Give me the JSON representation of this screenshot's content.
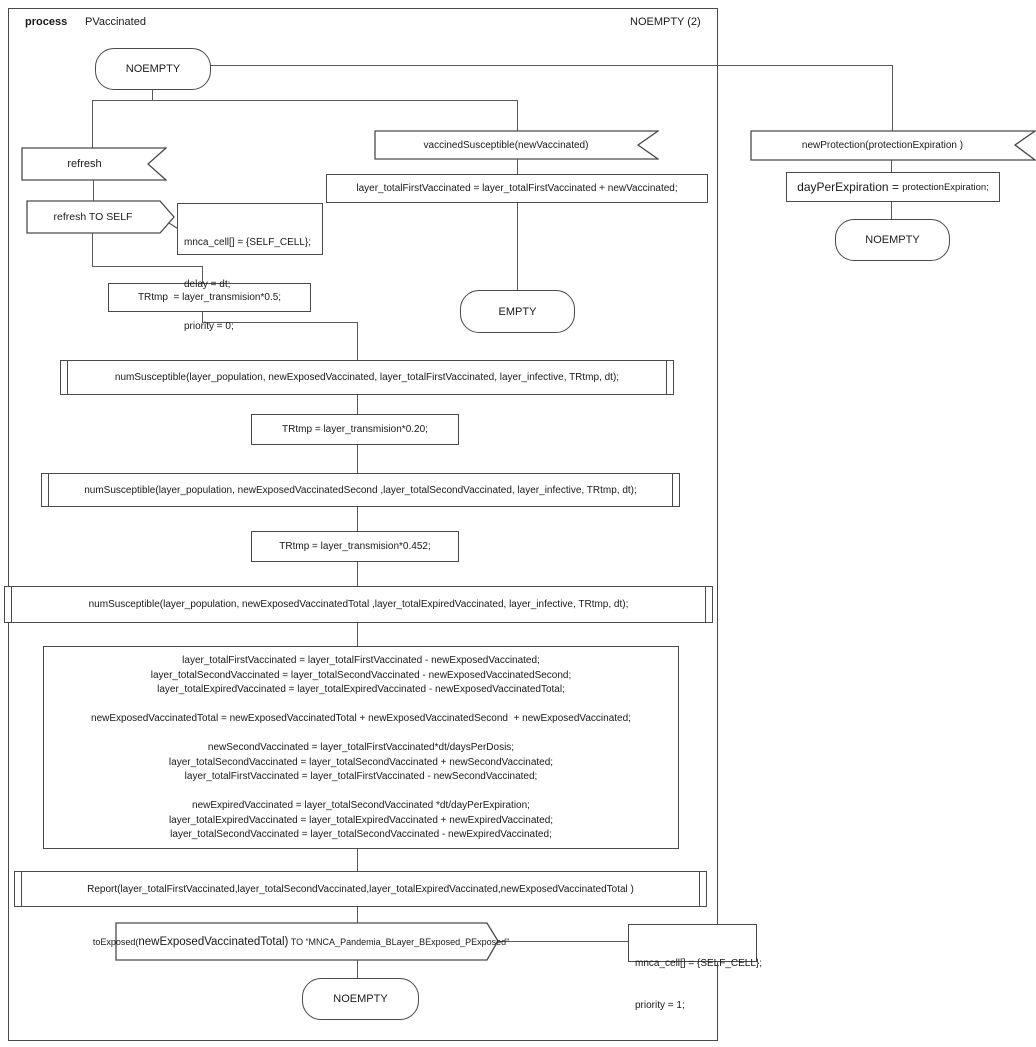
{
  "header": {
    "process_label": "process",
    "process_name": "PVaccinated",
    "state_ref": "NOEMPTY (2)"
  },
  "states": {
    "top": "NOEMPTY",
    "empty": "EMPTY",
    "right": "NOEMPTY",
    "bottom": "NOEMPTY"
  },
  "receives": {
    "refresh": "refresh",
    "vaccined": "vaccinedSusceptible(newVaccinated)",
    "protection": "newProtection(protectionExpiration )"
  },
  "sends": {
    "refresh_self": "refresh TO SELF",
    "to_exposed_pre": "toExposed(",
    "to_exposed_mid": "newExposedVaccinatedTotal)",
    "to_exposed_post": " TO “MNCA_Pandemia_BLayer_BExposed_PExposed”"
  },
  "notes": {
    "note1": [
      "mnca_cell[] = {SELF_CELL};",
      "delay = dt;",
      "priority = 0;"
    ],
    "note2": [
      "mnca_cell[] = {SELF_CELL};",
      "priority = 1;"
    ]
  },
  "process_boxes": {
    "first_vacc": "layer_totalFirstVaccinated = layer_totalFirstVaccinated + newVaccinated;",
    "trtmp1": "TRtmp  = layer_transmision*0.5;",
    "trtmp2": "TRtmp = layer_transmision*0.20;",
    "trtmp3": "TRtmp = layer_transmision*0.452;",
    "day_per_expiration_left": "dayPerExpiration = ",
    "day_per_expiration_right": "protectionExpiration;"
  },
  "subroutines": {
    "num1": "numSusceptible(layer_population, newExposedVaccinated, layer_totalFirstVaccinated, layer_infective, TRtmp, dt);",
    "num2": "numSusceptible(layer_population, newExposedVaccinatedSecond ,layer_totalSecondVaccinated, layer_infective, TRtmp, dt);",
    "num3": "numSusceptible(layer_population, newExposedVaccinatedTotal ,layer_totalExpiredVaccinated, layer_infective, TRtmp, dt);",
    "report": "Report(layer_totalFirstVaccinated,layer_totalSecondVaccinated,layer_totalExpiredVaccinated,newExposedVaccinatedTotal )"
  },
  "big_box": {
    "lines": [
      "layer_totalFirstVaccinated = layer_totalFirstVaccinated - newExposedVaccinated;",
      "layer_totalSecondVaccinated = layer_totalSecondVaccinated - newExposedVaccinatedSecond;",
      "layer_totalExpiredVaccinated = layer_totalExpiredVaccinated - newExposedVaccinatedTotal;",
      "",
      "newExposedVaccinatedTotal = newExposedVaccinatedTotal + newExposedVaccinatedSecond  + newExposedVaccinated;",
      "",
      "newSecondVaccinated = layer_totalFirstVaccinated*dt/daysPerDosis;",
      "layer_totalSecondVaccinated = layer_totalSecondVaccinated + newSecondVaccinated;",
      "layer_totalFirstVaccinated = layer_totalFirstVaccinated - newSecondVaccinated;",
      "",
      "newExpiredVaccinated = layer_totalSecondVaccinated *dt/dayPerExpiration;",
      "layer_totalExpiredVaccinated = layer_totalExpiredVaccinated + newExpiredVaccinated;",
      "layer_totalSecondVaccinated = layer_totalSecondVaccinated - newExpiredVaccinated;"
    ]
  }
}
